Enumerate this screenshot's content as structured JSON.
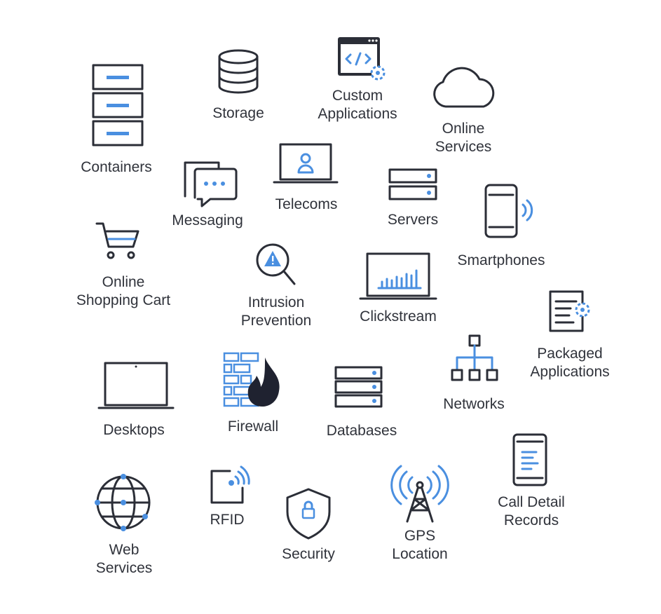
{
  "palette": {
    "ink": "#2b2e37",
    "accent": "#4a8fe0",
    "background": "#ffffff"
  },
  "items": {
    "containers": {
      "label": "Containers",
      "icon": "filing-cabinet-icon"
    },
    "storage": {
      "label": "Storage",
      "icon": "database-stack-icon"
    },
    "custom_applications": {
      "label_1": "Custom",
      "label_2": "Applications",
      "icon": "code-window-gear-icon"
    },
    "online_services": {
      "label_1": "Online",
      "label_2": "Services",
      "icon": "cloud-icon"
    },
    "messaging": {
      "label": "Messaging",
      "icon": "chat-bubbles-icon"
    },
    "telecoms": {
      "label": "Telecoms",
      "icon": "laptop-user-icon"
    },
    "servers": {
      "label": "Servers",
      "icon": "server-rack-icon"
    },
    "smartphones": {
      "label": "Smartphones",
      "icon": "smartphone-signal-icon"
    },
    "online_shopping_cart": {
      "label_1": "Online",
      "label_2": "Shopping Cart",
      "icon": "shopping-cart-icon"
    },
    "intrusion_prevention": {
      "label_1": "Intrusion",
      "label_2": "Prevention",
      "icon": "magnifier-warning-icon"
    },
    "clickstream": {
      "label": "Clickstream",
      "icon": "laptop-bar-chart-icon"
    },
    "packaged_applications": {
      "label_1": "Packaged",
      "label_2": "Applications",
      "icon": "document-gear-icon"
    },
    "desktops": {
      "label": "Desktops",
      "icon": "laptop-icon"
    },
    "firewall": {
      "label": "Firewall",
      "icon": "brick-wall-flame-icon"
    },
    "databases": {
      "label": "Databases",
      "icon": "database-server-icon"
    },
    "networks": {
      "label": "Networks",
      "icon": "network-tree-icon"
    },
    "call_detail_records": {
      "label_1": "Call Detail",
      "label_2": "Records",
      "icon": "phone-document-icon"
    },
    "web_services": {
      "label_1": "Web",
      "label_2": "Services",
      "icon": "globe-network-icon"
    },
    "rfid": {
      "label": "RFID",
      "icon": "rfid-tag-icon"
    },
    "security": {
      "label": "Security",
      "icon": "shield-lock-icon"
    },
    "gps_location": {
      "label_1": "GPS",
      "label_2": "Location",
      "icon": "radio-tower-icon"
    }
  }
}
